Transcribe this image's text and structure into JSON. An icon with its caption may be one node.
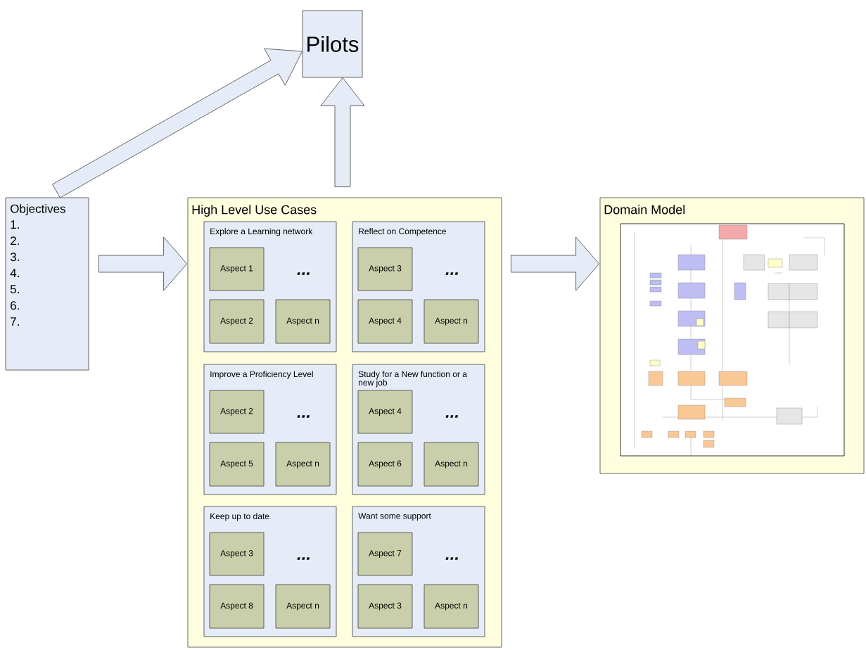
{
  "diagram": {
    "nodes": [
      {
        "text": [
          "Pilots"
        ]
      },
      {
        "text": [
          "Objectives",
          "1.",
          "2.",
          "3.",
          "4.",
          "5.",
          "6.",
          "7."
        ]
      },
      {
        "text": [
          "High Level Use Cases"
        ]
      },
      {
        "text": [
          "Explore a Learning network",
          "..."
        ],
        "in": 2
      },
      {
        "text": [
          "Aspect 1"
        ],
        "in": 3
      },
      {
        "text": [
          "Aspect 2"
        ],
        "in": 3
      },
      {
        "text": [
          "Aspect n"
        ],
        "in": 3
      },
      {
        "text": [
          "Reflect on Competence",
          "..."
        ],
        "in": 2
      },
      {
        "text": [
          "Aspect 3"
        ],
        "in": 7
      },
      {
        "text": [
          "Aspect 4"
        ],
        "in": 7
      },
      {
        "text": [
          "Aspect n"
        ],
        "in": 7
      },
      {
        "text": [
          "Improve a Proficiency Level",
          "..."
        ],
        "in": 2
      },
      {
        "text": [
          "Aspect 2"
        ],
        "in": 11
      },
      {
        "text": [
          "Aspect 5"
        ],
        "in": 11
      },
      {
        "text": [
          "Aspect n"
        ],
        "in": 11
      },
      {
        "text": [
          "Study for a New function or a new job",
          "..."
        ],
        "in": 2
      },
      {
        "text": [
          "Aspect 4"
        ],
        "in": 15
      },
      {
        "text": [
          "Aspect 6"
        ],
        "in": 15
      },
      {
        "text": [
          "Aspect n"
        ],
        "in": 15
      },
      {
        "text": [
          "Keep up to date",
          "..."
        ],
        "in": 2
      },
      {
        "text": [
          "Aspect 3"
        ],
        "in": 19
      },
      {
        "text": [
          "Aspect 8"
        ],
        "in": 19
      },
      {
        "text": [
          "Aspect n"
        ],
        "in": 19
      },
      {
        "text": [
          "Want some support",
          "..."
        ],
        "in": 2
      },
      {
        "text": [
          "Aspect 7"
        ],
        "in": 23
      },
      {
        "text": [
          "Aspect 3"
        ],
        "in": 23
      },
      {
        "text": [
          "Aspect n"
        ],
        "in": 23
      },
      {
        "text": [
          "Domain Model"
        ]
      },
      {
        "text": [],
        "shape": "picture",
        "in": 27
      }
    ],
    "edges": [
      {
        "from": 1,
        "to": 0,
        "arrow": "to"
      },
      {
        "from": 2,
        "to": 0,
        "arrow": "to"
      },
      {
        "from": 1,
        "to": 2,
        "arrow": "to"
      },
      {
        "from": 2,
        "to": 27,
        "arrow": "to"
      }
    ]
  }
}
